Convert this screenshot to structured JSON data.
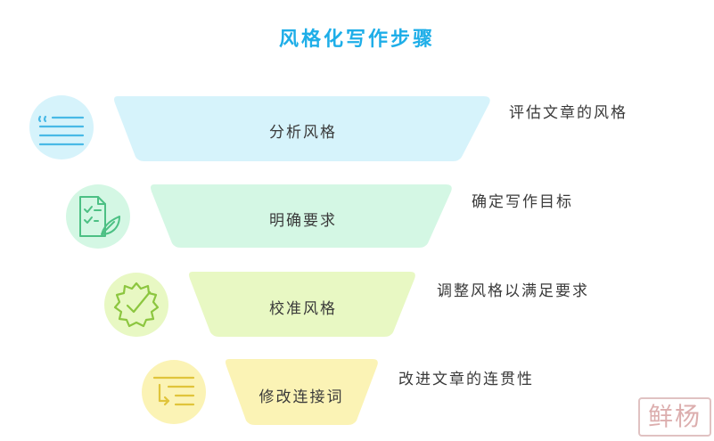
{
  "title": "风格化写作步骤",
  "colors": {
    "title": "#1eaee8",
    "step1_fill": "#d6f3fb",
    "step1_icon": "#48b9e6",
    "step2_fill": "#d4f7e4",
    "step2_icon": "#4cc084",
    "step3_fill": "#e8f8c3",
    "step3_icon": "#8cc63f",
    "step4_fill": "#fbf3b5",
    "step4_icon": "#e0c43a"
  },
  "steps": [
    {
      "label": "分析风格",
      "description": "评估文章的风格",
      "icon": "quote-lines-icon"
    },
    {
      "label": "明确要求",
      "description": "确定写作目标",
      "icon": "checklist-leaf-icon"
    },
    {
      "label": "校准风格",
      "description": "调整风格以满足要求",
      "icon": "gear-check-icon"
    },
    {
      "label": "修改连接词",
      "description": "改进文章的连贯性",
      "icon": "lines-return-arrow-icon"
    }
  ],
  "watermark": "鲜杨"
}
